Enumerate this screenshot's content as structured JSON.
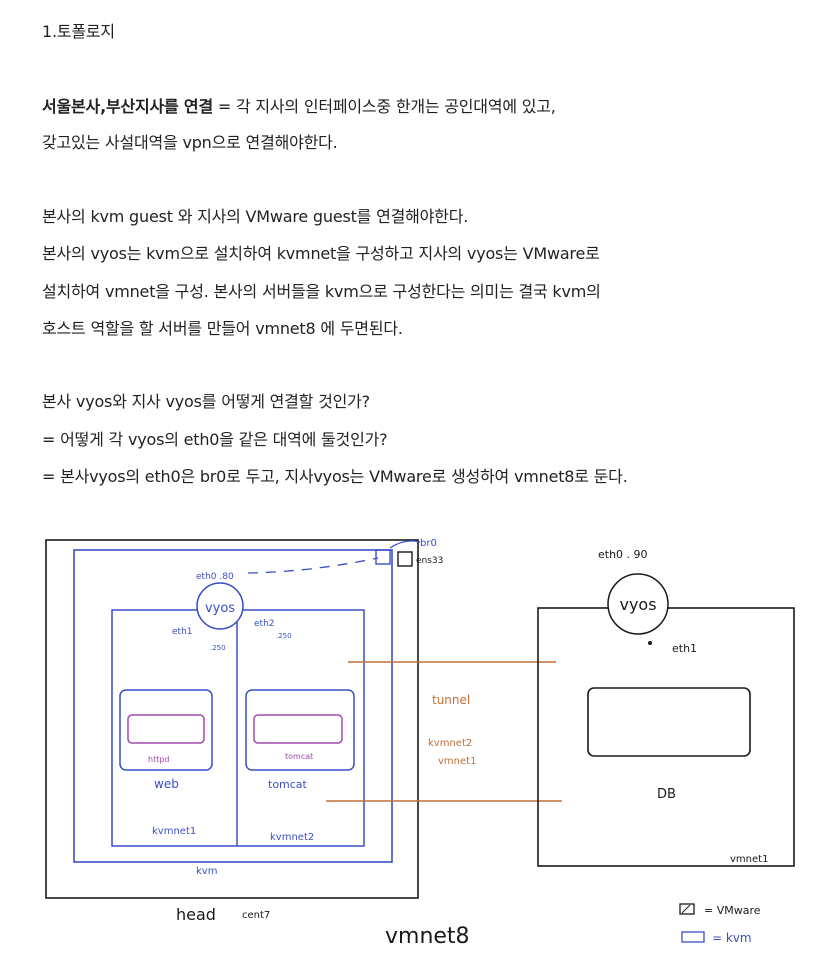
{
  "heading": "1.토폴로지",
  "intro": {
    "bold_text": "서울본사,부산지사를 연결",
    "rest": " = 각 지사의 인터페이스중 한개는 공인대역에 있고,",
    "line2": "갖고있는 사설대역을 vpn으로 연결해야한다."
  },
  "para2": [
    "본사의 kvm guest 와 지사의 VMware guest를 연결해야한다.",
    "본사의 vyos는 kvm으로 설치하여 kvmnet을 구성하고 지사의 vyos는 VMware로",
    "설치하여 vmnet을 구성. 본사의 서버들을 kvm으로 구성한다는 의미는 결국 kvm의",
    "호스트 역할을 할 서버를 만들어 vmnet8 에 두면된다."
  ],
  "para3": [
    "본사 vyos와 지사 vyos를 어떻게 연결할 것인가?",
    "= 어떻게 각 vyos의 eth0을 같은 대역에 둘것인가?",
    "= 본사vyos의 eth0은 br0로 두고, 지사vyos는 VMware로 생성하여 vmnet8로 둔다."
  ],
  "diagram": {
    "labels": {
      "br0": "br0",
      "ens33": "ens33",
      "eth0_left": "eth0 .80",
      "vyos_left": "vyos",
      "eth1_left": "eth1",
      "eth1_left_ip": ".250",
      "eth2_left": "eth2",
      "eth2_left_ip": ".250",
      "httpd": "httpd",
      "web": "web",
      "tomcat_inner": "tomcat",
      "tomcat": "tomcat",
      "kvmnet1": "kvmnet1",
      "kvmnet2_box": "kvmnet2",
      "kvm": "kvm",
      "head": "head",
      "cent7": "cent7",
      "vmnet8": "vmnet8",
      "tunnel": "tunnel",
      "kvmnet2_link": "kvmnet2",
      "vmnet1_link": "vmnet1",
      "eth0_right": "eth0 . 90",
      "vyos_right": "vyos",
      "eth1_right": "eth1",
      "db": "DB",
      "vmnet1": "vmnet1",
      "legend_vmware": "= VMware",
      "legend_kvm": "= kvm"
    },
    "colors": {
      "blue": "#3a4fc7",
      "black": "#1a1a1a",
      "orange": "#c0703a",
      "purple": "#a24ab0"
    }
  }
}
